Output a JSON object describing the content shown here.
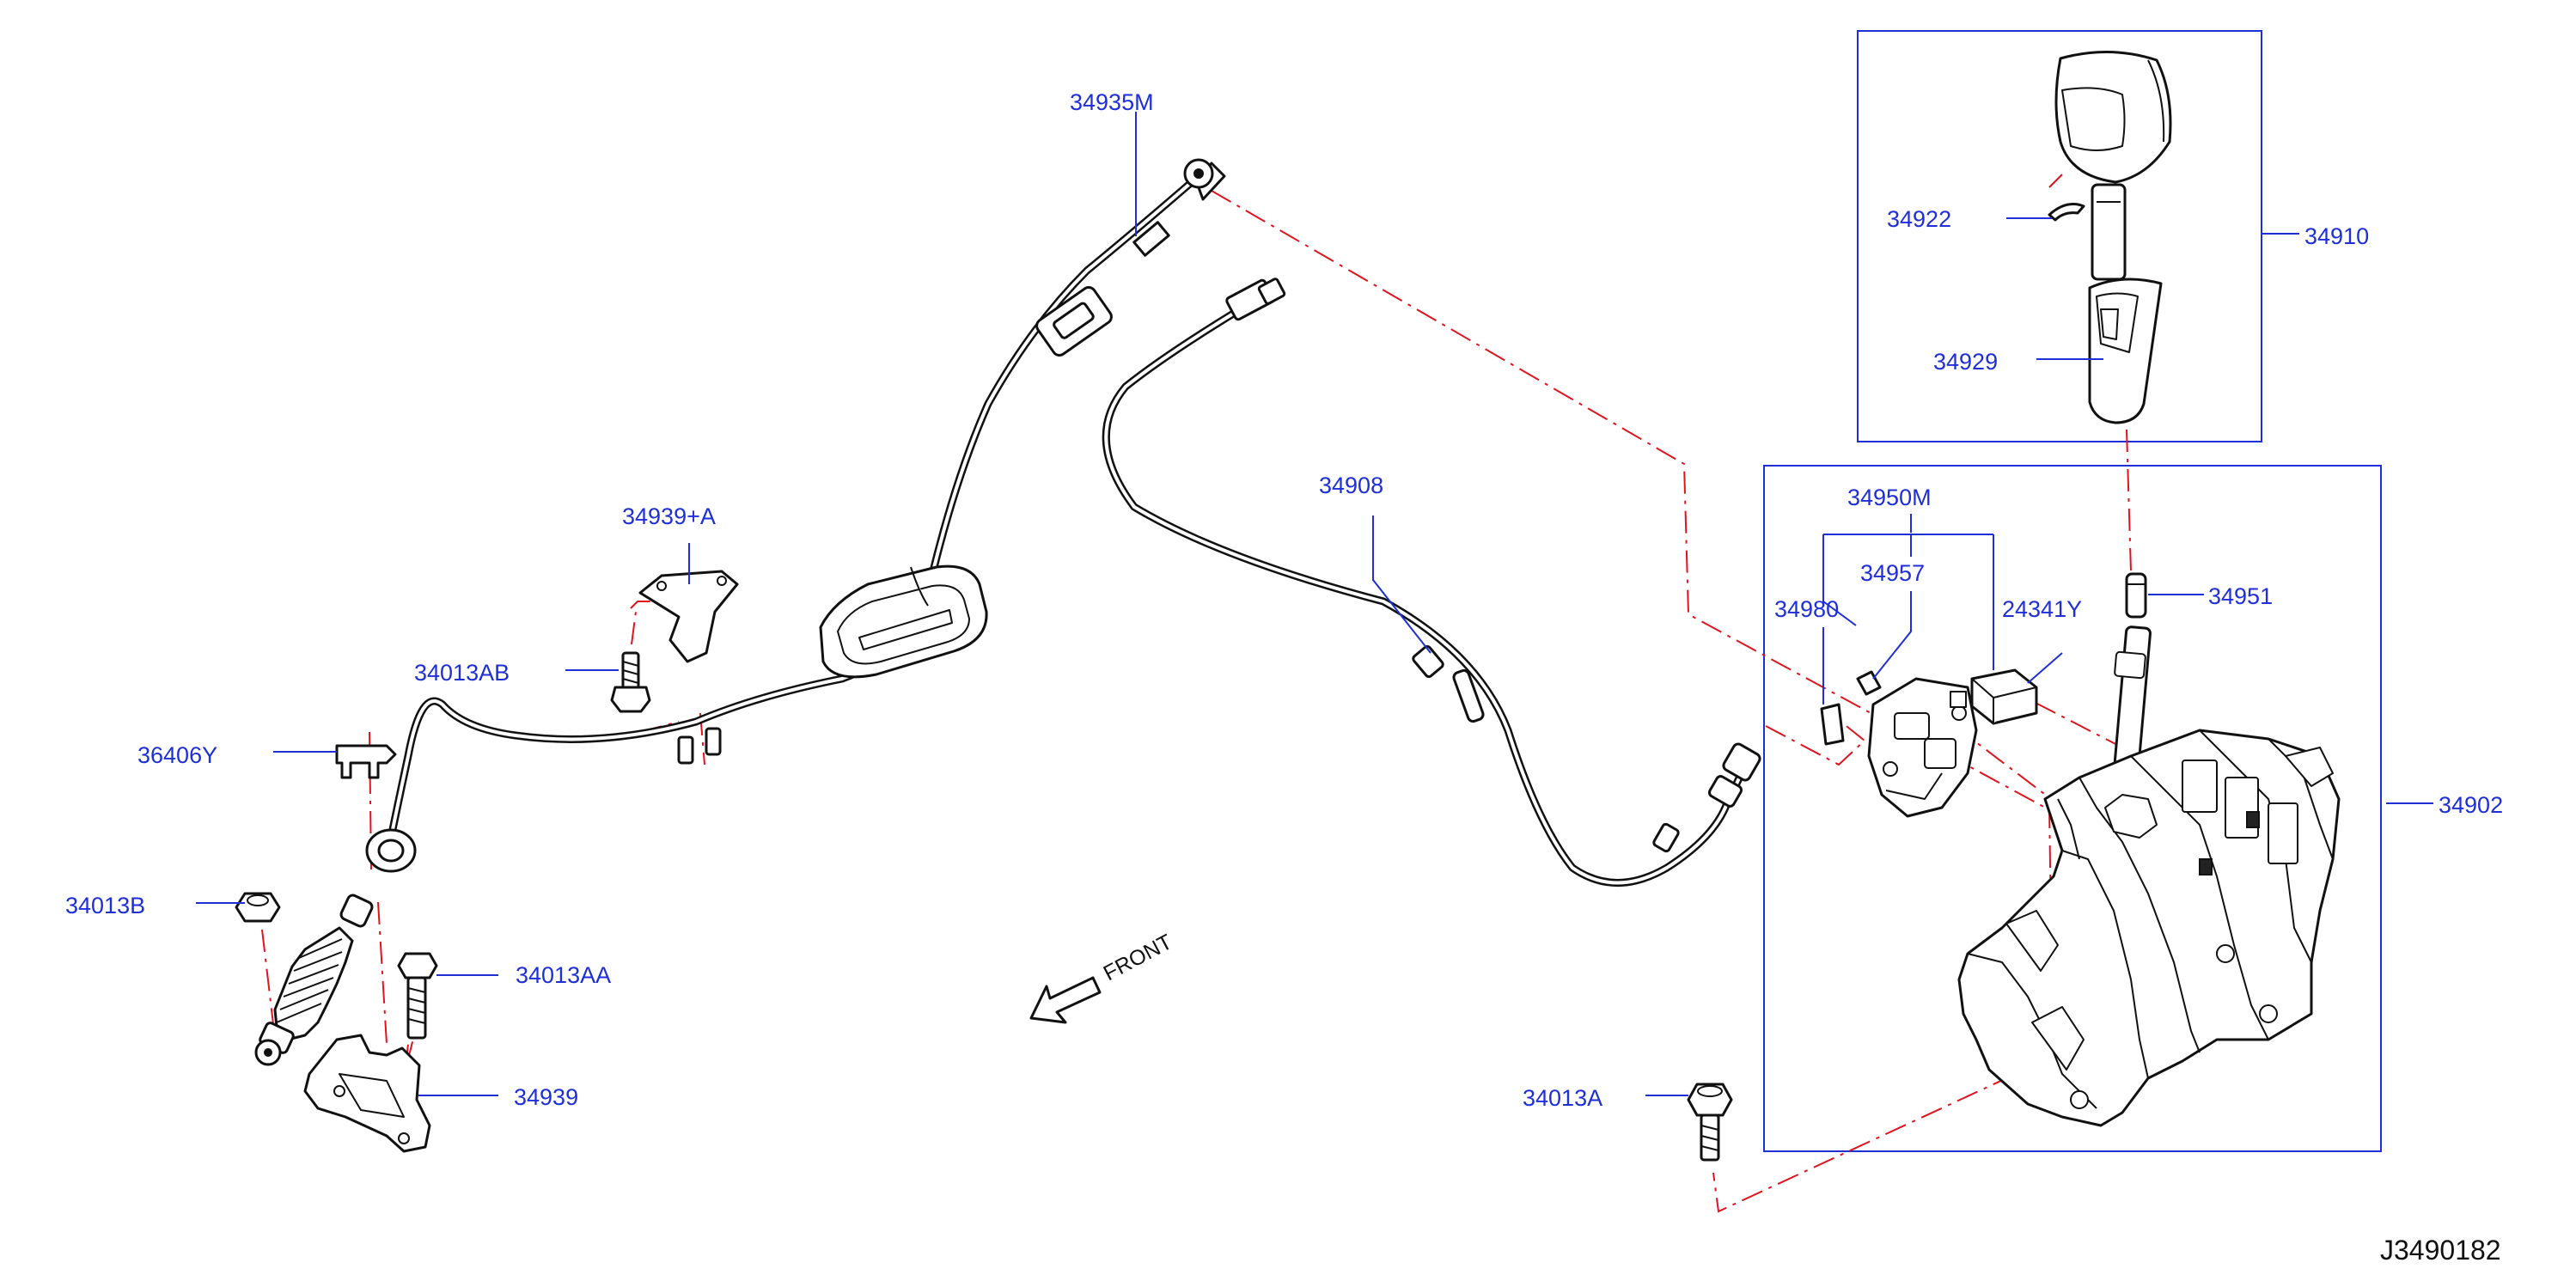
{
  "diagram": {
    "part_labels": {
      "p34935M": "34935M",
      "p34939A": "34939+A",
      "p34013AB": "34013AB",
      "p36406Y": "36406Y",
      "p34013B": "34013B",
      "p34013AA": "34013AA",
      "p34939": "34939",
      "p34908": "34908",
      "p34950M": "34950M",
      "p34957": "34957",
      "p34980": "34980",
      "p24341Y": "24341Y",
      "p34951": "34951",
      "p34902": "34902",
      "p34922": "34922",
      "p34910": "34910",
      "p34929": "34929",
      "p34013A": "34013A"
    },
    "front_label": "FRONT",
    "drawing_code": "J3490182"
  },
  "colors": {
    "label": "#1f2fd6",
    "dash_line": "#e0141e",
    "line_art": "#111111",
    "background": "#ffffff"
  },
  "icons": {
    "front_arrow": "outline-arrow-icon"
  }
}
